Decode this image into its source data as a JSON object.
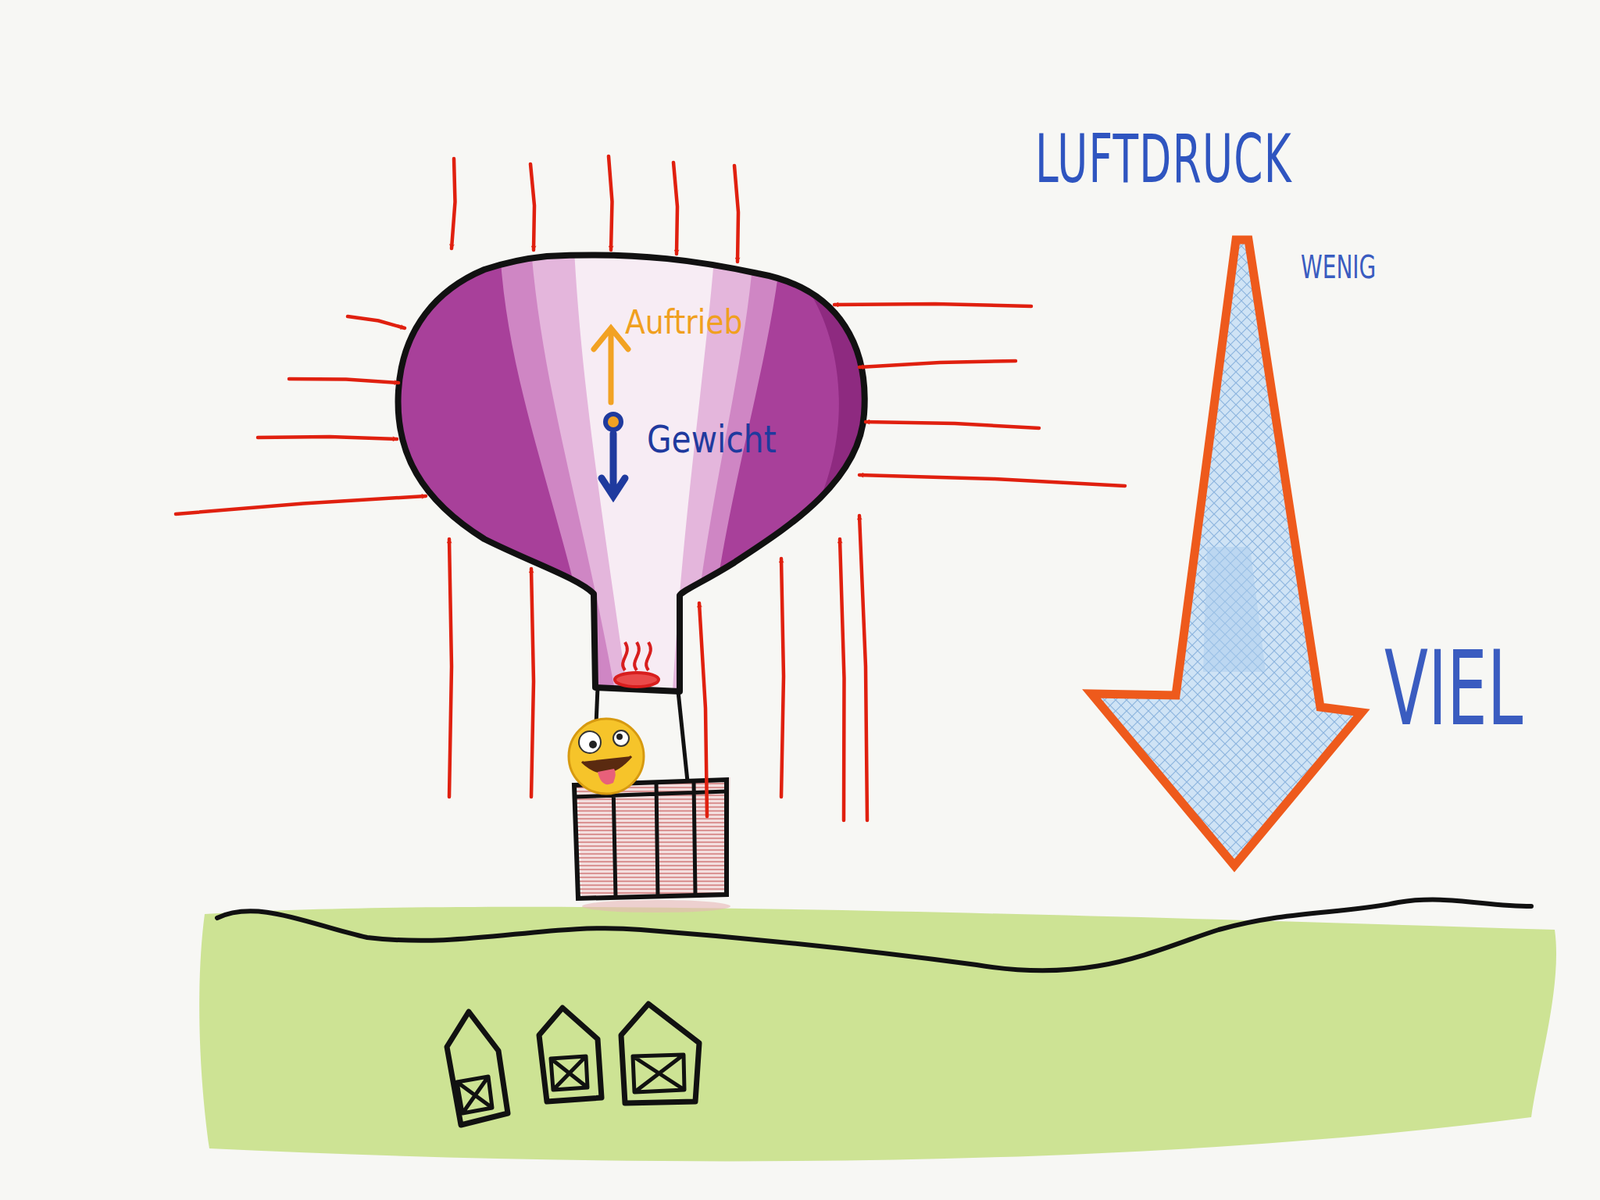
{
  "diagram": {
    "title": "LUFTDRUCK",
    "labels": [
      "Auftrieb",
      "Gewicht",
      "WENIG",
      "VIEL"
    ]
  }
}
